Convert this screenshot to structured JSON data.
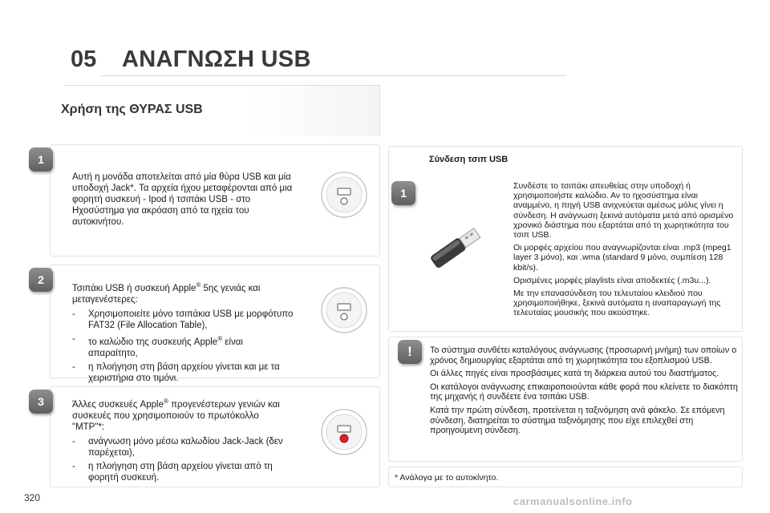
{
  "header": {
    "chapter": "05",
    "title": "ΑΝΑΓΝΩΣΗ USB"
  },
  "section_title": "Χρήση της ΘΥΡΑΣ USB",
  "steps": {
    "s1": {
      "num": "1",
      "text": "Αυτή η μονάδα αποτελείται από μία θύρα USB και μία υποδοχή Jack*. Τα αρχεία ήχου μεταφέρονται από μια φορητή συσκευή - Ipod ή τσιπάκι USB - στο Ηχοσύστημα για ακρόαση από τα ηχεία του αυτοκινήτου."
    },
    "s2": {
      "num": "2",
      "intro_a": "Τσιπάκι USB ή συσκευή Apple",
      "reg": "®",
      "intro_b": " 5ης γενιάς και μεταγενέστερες:",
      "b1": "Χρησιμοποιείτε μόνο τσιπάκια USB με μορφότυπο FAT32 (File Allocation Table),",
      "b2_a": "το καλώδιο της συσκευής Apple",
      "b2_b": " είναι απαραίτητο,",
      "b3": "η πλοήγηση στη βάση αρχείου γίνεται και με τα χειριστήρια στο τιμόνι."
    },
    "s3": {
      "num": "3",
      "intro_a": "Άλλες συσκευές Apple",
      "reg": "®",
      "intro_b": " προγενέστερων γενιών και συσκευές που χρησιμοποιούν το πρωτόκολλο \"MTP\"*:",
      "b1": "ανάγνωση μόνο μέσω καλωδίου Jack-Jack (δεν παρέχεται),",
      "b2": "η πλοήγηση στη βάση αρχείου γίνεται από τη φορητή συσκευή."
    }
  },
  "right": {
    "heading": "Σύνδεση τσιπ USB",
    "num": "1",
    "p1": "Συνδέστε το τσιπάκι απευθείας στην υποδοχή ή χρησιμοποιήστε καλώδιο. Αν το ηχοσύστημα είναι αναμμένο, η πηγή USB ανιχνεύεται αμέσως μόλις γίνει η σύνδεση. Η ανάγνωση ξεκινά αυτόματα μετά από ορισμένο χρονικό διάστημα που εξαρτάται από τη χωρητικότητα του τσιπ USB.",
    "p2": "Οι μορφές αρχείου που αναγνωρίζονται είναι .mp3 (mpeg1 layer 3 μόνο), και .wma (standard 9 μόνο, συμπίεση 128 kbit/s).",
    "p3": "Ορισμένες μορφές playlists είναι αποδεκτές (.m3u...).",
    "p4": "Με την επανασύνδεση του τελευταίου κλειδιού που χρησιμοποιήθηκε, ξεκινά αυτόματα η αναπαραγωγή της τελευταίας μουσικής που ακούστηκε."
  },
  "note": {
    "icon": "!",
    "p1": "Το σύστημα συνθέτει καταλόγους ανάγνωσης (προσωρινή μνήμη) των οποίων ο χρόνος δημιουργίας εξαρτάται από τη χωρητικότητα του εξοπλισμού USB.",
    "p2": "Οι άλλες πηγές είναι προσβάσιμες κατά τη διάρκεια αυτού του διαστήματος.",
    "p3": "Οι κατάλογοι ανάγνωσης επικαιροποιούνται κάθε φορά που κλείνετε το διακόπτη της μηχανής ή συνδέετε ένα τσιπάκι USB.",
    "p4": "Κατά την πρώτη σύνδεση, προτείνεται η ταξινόμηση ανά φάκελο. Σε επόμενη σύνδεση, διατηρείται το σύστημα ταξινόμησης που είχε επιλεχθεί στη προηγούμενη σύνδεση."
  },
  "footnote": "* Ανάλογα με το αυτοκίνητο.",
  "page_number": "320",
  "watermark": "carmanualsonline.info",
  "dash": "-",
  "colors": {
    "step_badge": "#707070",
    "port_ring": "#c8c8c8",
    "port_red": "#d8232a"
  }
}
